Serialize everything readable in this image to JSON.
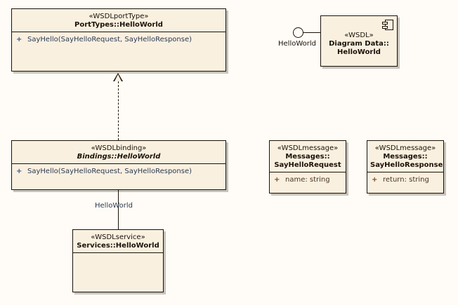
{
  "diagram": {
    "title": "WSDL HelloWorld UML diagram",
    "background_color": "#fffcf7",
    "element_fill_color": "#faf0e0",
    "element_border_color": "#1a1208"
  },
  "elements": {
    "port_type": {
      "stereotype": "«WSDLportType»",
      "name": "PortTypes::HelloWorld",
      "operations": [
        {
          "visibility": "+",
          "text": "SayHello(SayHelloRequest, SayHelloResponse)"
        }
      ]
    },
    "binding": {
      "stereotype": "«WSDLbinding»",
      "name": "Bindings::HelloWorld",
      "operations": [
        {
          "visibility": "+",
          "text": "SayHello(SayHelloRequest, SayHelloResponse)"
        }
      ]
    },
    "service": {
      "stereotype": "«WSDLservice»",
      "name": "Services::HelloWorld",
      "operations": []
    },
    "component": {
      "stereotype": "«WSDL»",
      "name_line1": "Diagram Data::",
      "name_line2": "HelloWorld",
      "icon": "component-icon"
    },
    "interface_port": {
      "label": "HelloWorld"
    },
    "message_request": {
      "stereotype": "«WSDLmessage»",
      "name_line1": "Messages::",
      "name_line2": "SayHelloRequest",
      "attributes": [
        {
          "visibility": "+",
          "text": "name: string"
        }
      ]
    },
    "message_response": {
      "stereotype": "«WSDLmessage»",
      "name_line1": "Messages::",
      "name_line2": "SayHelloResponse",
      "attributes": [
        {
          "visibility": "+",
          "text": "return: string"
        }
      ]
    }
  },
  "connectors": {
    "realization": {
      "kind": "realization",
      "from": "binding",
      "to": "port_type",
      "label": ""
    },
    "binding_to_service": {
      "kind": "association",
      "from": "binding",
      "to": "service",
      "label": "HelloWorld"
    }
  }
}
